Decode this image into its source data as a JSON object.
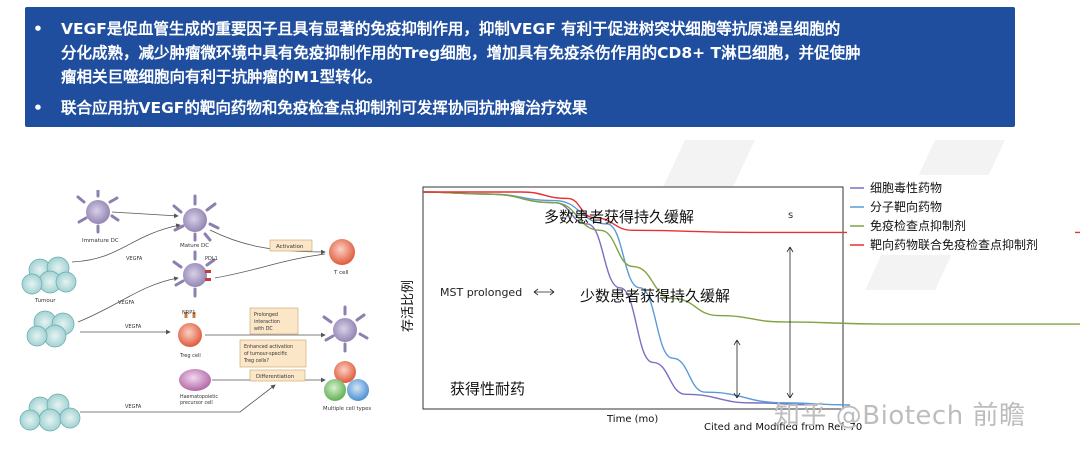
{
  "banner": {
    "bullet_symbol": "•",
    "bullet1_line1": "VEGF是促血管生成的重要因子且具有显著的免疫抑制作用，抑制VEGF 有利于促进树突状细胞等抗原递呈细胞的",
    "bullet1_line2": "分化成熟，减少肿瘤微环境中具有免疫抑制作用的Treg细胞，增加具有免疫杀伤作用的CD8+ T淋巴细胞，并促使肿",
    "bullet1_line3": "瘤相关巨噬细胞向有利于抗肿瘤的M1型转化。",
    "bullet2": "联合应用抗VEGF的靶向药物和免疫检查点抑制剂可发挥协同抗肿瘤治疗效果",
    "bg_color": "#1f4e9f"
  },
  "diagram": {
    "immature_dc": "Immature DC",
    "mature_dc": "Mature DC",
    "activation": "Activation",
    "t_cell": "T cell",
    "tumour": "Tumour",
    "vegfa": "VEGFA",
    "pdl1": "PDL1",
    "nrp1": "NRP1",
    "treg_cell": "Treg cell",
    "prolonged_1": "Prolonged",
    "prolonged_2": "interaction",
    "prolonged_3": "with DC",
    "enhanced_1": "Enhanced activation",
    "enhanced_2": "of tumour-specific",
    "enhanced_3": "Treg cells?",
    "haematopoietic_1": "Haematopoietic",
    "haematopoietic_2": "precursor cell",
    "differentiation": "Differentiation",
    "multiple_cells": "Multiple cell types"
  },
  "chart": {
    "ylabel": "存活比例",
    "xlabel": "Time (mo)",
    "label_durable_most": "多数患者获得持久缓解",
    "label_durable_few": "少数患者获得持久缓解",
    "label_mst": "MST prolonged",
    "label_resistance": "获得性耐药",
    "label_s": "s",
    "citation": "Cited and Modified from Ref. 70"
  },
  "chart_data": {
    "type": "line",
    "title": "",
    "xlabel": "Time (mo)",
    "ylabel": "存活比例",
    "series": [
      {
        "name": "细胞毒性药物",
        "color": "#7b6fc2",
        "points": [
          [
            0,
            1.0
          ],
          [
            0.1,
            0.99
          ],
          [
            0.2,
            0.95
          ],
          [
            0.25,
            0.85
          ],
          [
            0.3,
            0.55
          ],
          [
            0.35,
            0.2
          ],
          [
            0.4,
            0.05
          ],
          [
            0.5,
            0.01
          ],
          [
            0.6,
            0.0
          ]
        ]
      },
      {
        "name": "分子靶向药物",
        "color": "#5b9bd5",
        "points": [
          [
            0,
            1.0
          ],
          [
            0.1,
            0.99
          ],
          [
            0.2,
            0.96
          ],
          [
            0.28,
            0.85
          ],
          [
            0.33,
            0.55
          ],
          [
            0.38,
            0.22
          ],
          [
            0.43,
            0.06
          ],
          [
            0.55,
            0.01
          ],
          [
            0.65,
            0.0
          ]
        ]
      },
      {
        "name": "免疫检查点抑制剂",
        "color": "#7fa342",
        "points": [
          [
            0,
            1.0
          ],
          [
            0.1,
            0.99
          ],
          [
            0.2,
            0.95
          ],
          [
            0.27,
            0.82
          ],
          [
            0.32,
            0.65
          ],
          [
            0.38,
            0.5
          ],
          [
            0.45,
            0.42
          ],
          [
            0.55,
            0.39
          ],
          [
            0.7,
            0.38
          ],
          [
            1.0,
            0.38
          ]
        ]
      },
      {
        "name": "靶向药物联合免疫检查点抑制剂",
        "color": "#e83030",
        "points": [
          [
            0,
            1.0
          ],
          [
            0.15,
            1.0
          ],
          [
            0.22,
            0.97
          ],
          [
            0.26,
            0.88
          ],
          [
            0.32,
            0.82
          ],
          [
            0.5,
            0.81
          ],
          [
            1.0,
            0.81
          ]
        ]
      }
    ],
    "legend_position": "top-right",
    "grid": false
  },
  "watermark": "知乎 @Biotech 前瞻"
}
